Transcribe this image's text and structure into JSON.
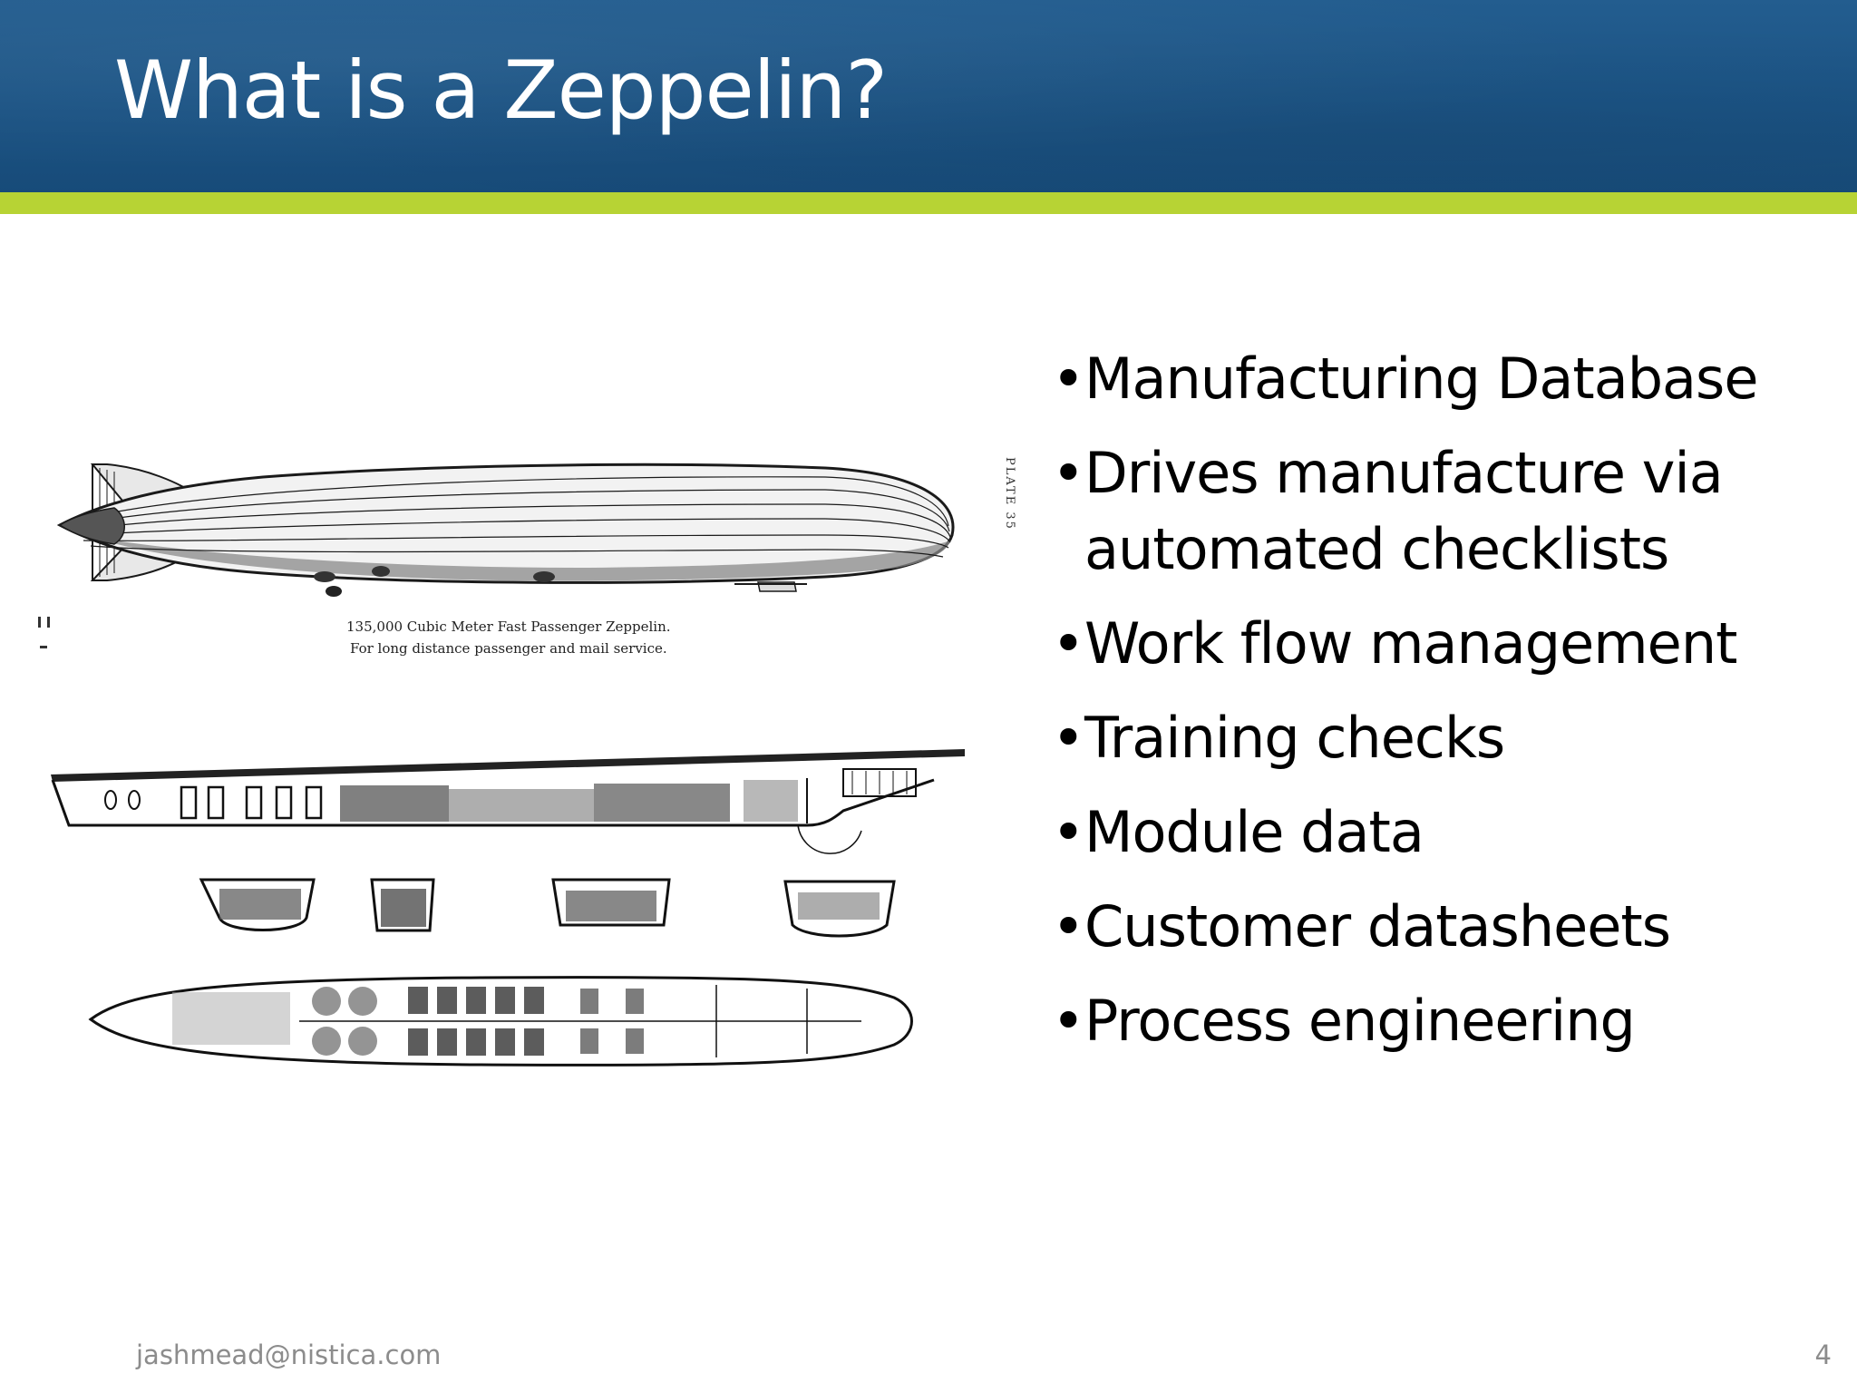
{
  "slide": {
    "title": "What is a Zeppelin?",
    "bullets": [
      "Manufacturing Database",
      "Drives manufacture via automated checklists",
      "Work flow management",
      "Training checks",
      "Module data",
      "Customer datasheets",
      "Process engineering"
    ],
    "bullet_glyph": "•",
    "footer_email": "jashmead@nistica.com",
    "page_number": "4"
  },
  "illustration": {
    "caption_line1": "135,000 Cubic Meter Fast Passenger Zeppelin.",
    "caption_line2": "For long distance passenger and mail service.",
    "plate_label": "PLATE 35"
  },
  "colors": {
    "header_blue": "#1b5384",
    "accent_green": "#b7d334",
    "title_text": "#ffffff",
    "footer_text": "#8c8c8c"
  }
}
